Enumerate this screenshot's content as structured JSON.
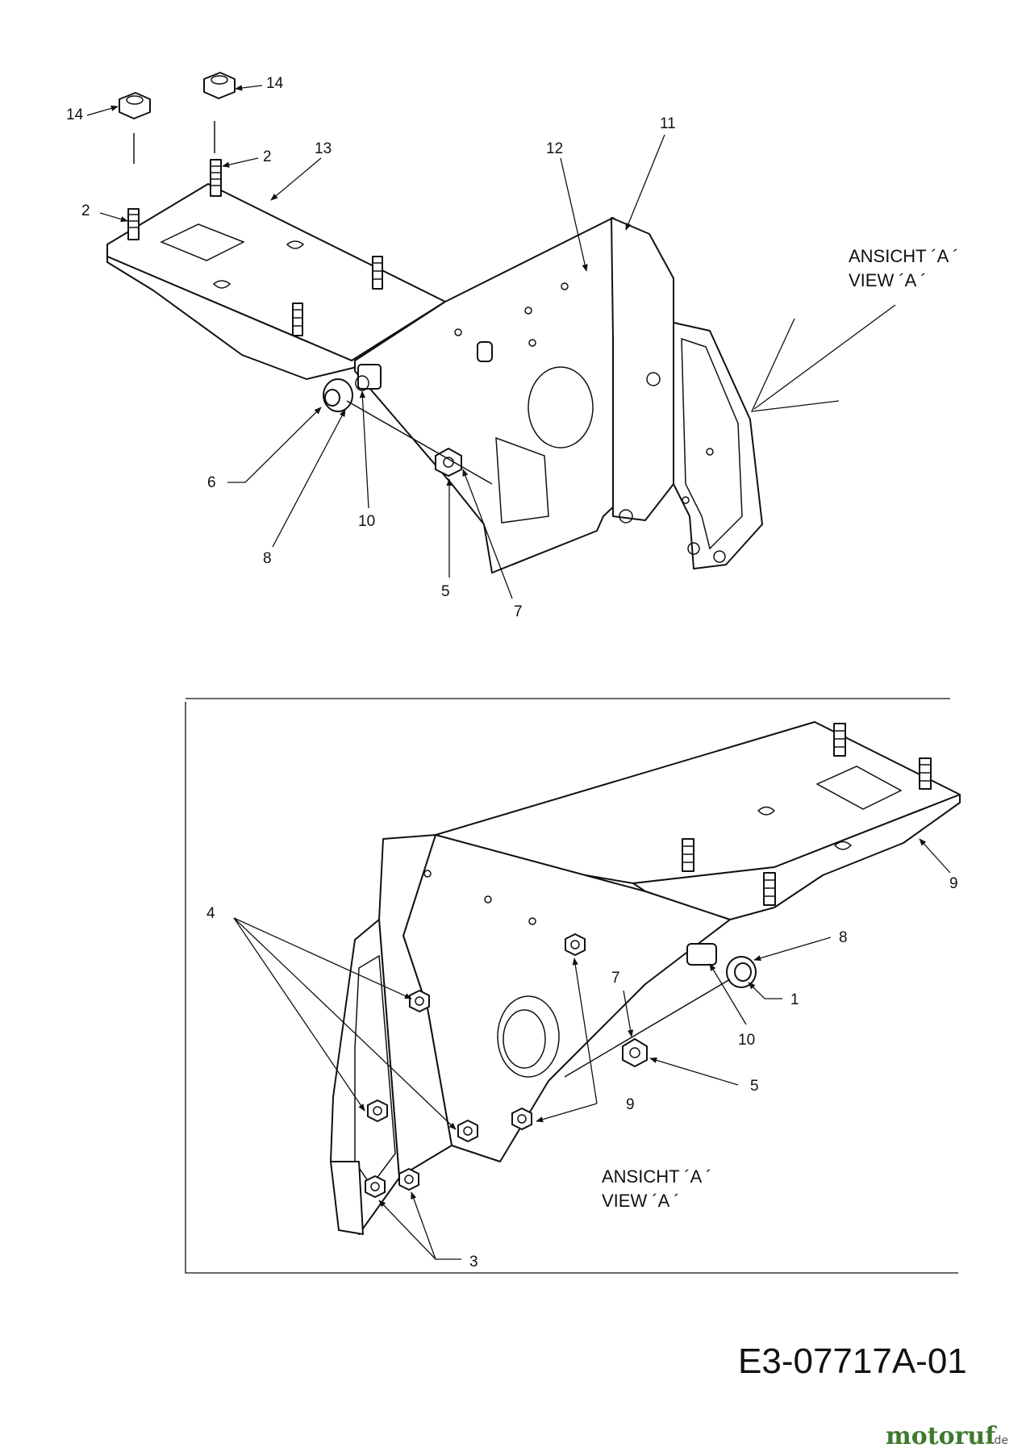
{
  "drawing_code": "E3-07717A-01",
  "watermark": {
    "text_main": "motoruf",
    "text_suffix": ".de"
  },
  "top_view": {
    "part_labels": [
      "14",
      "14",
      "2",
      "2",
      "13",
      "12",
      "11",
      "6",
      "8",
      "10",
      "5",
      "7"
    ],
    "view_label_de": "ANSICHT ´A ´",
    "view_label_en": "VIEW ´A ´"
  },
  "inset_view": {
    "part_labels": [
      "4",
      "8",
      "1",
      "10",
      "7",
      "5",
      "9",
      "9",
      "3"
    ],
    "view_label_de": "ANSICHT ´A ´",
    "view_label_en": "VIEW ´A ´"
  }
}
